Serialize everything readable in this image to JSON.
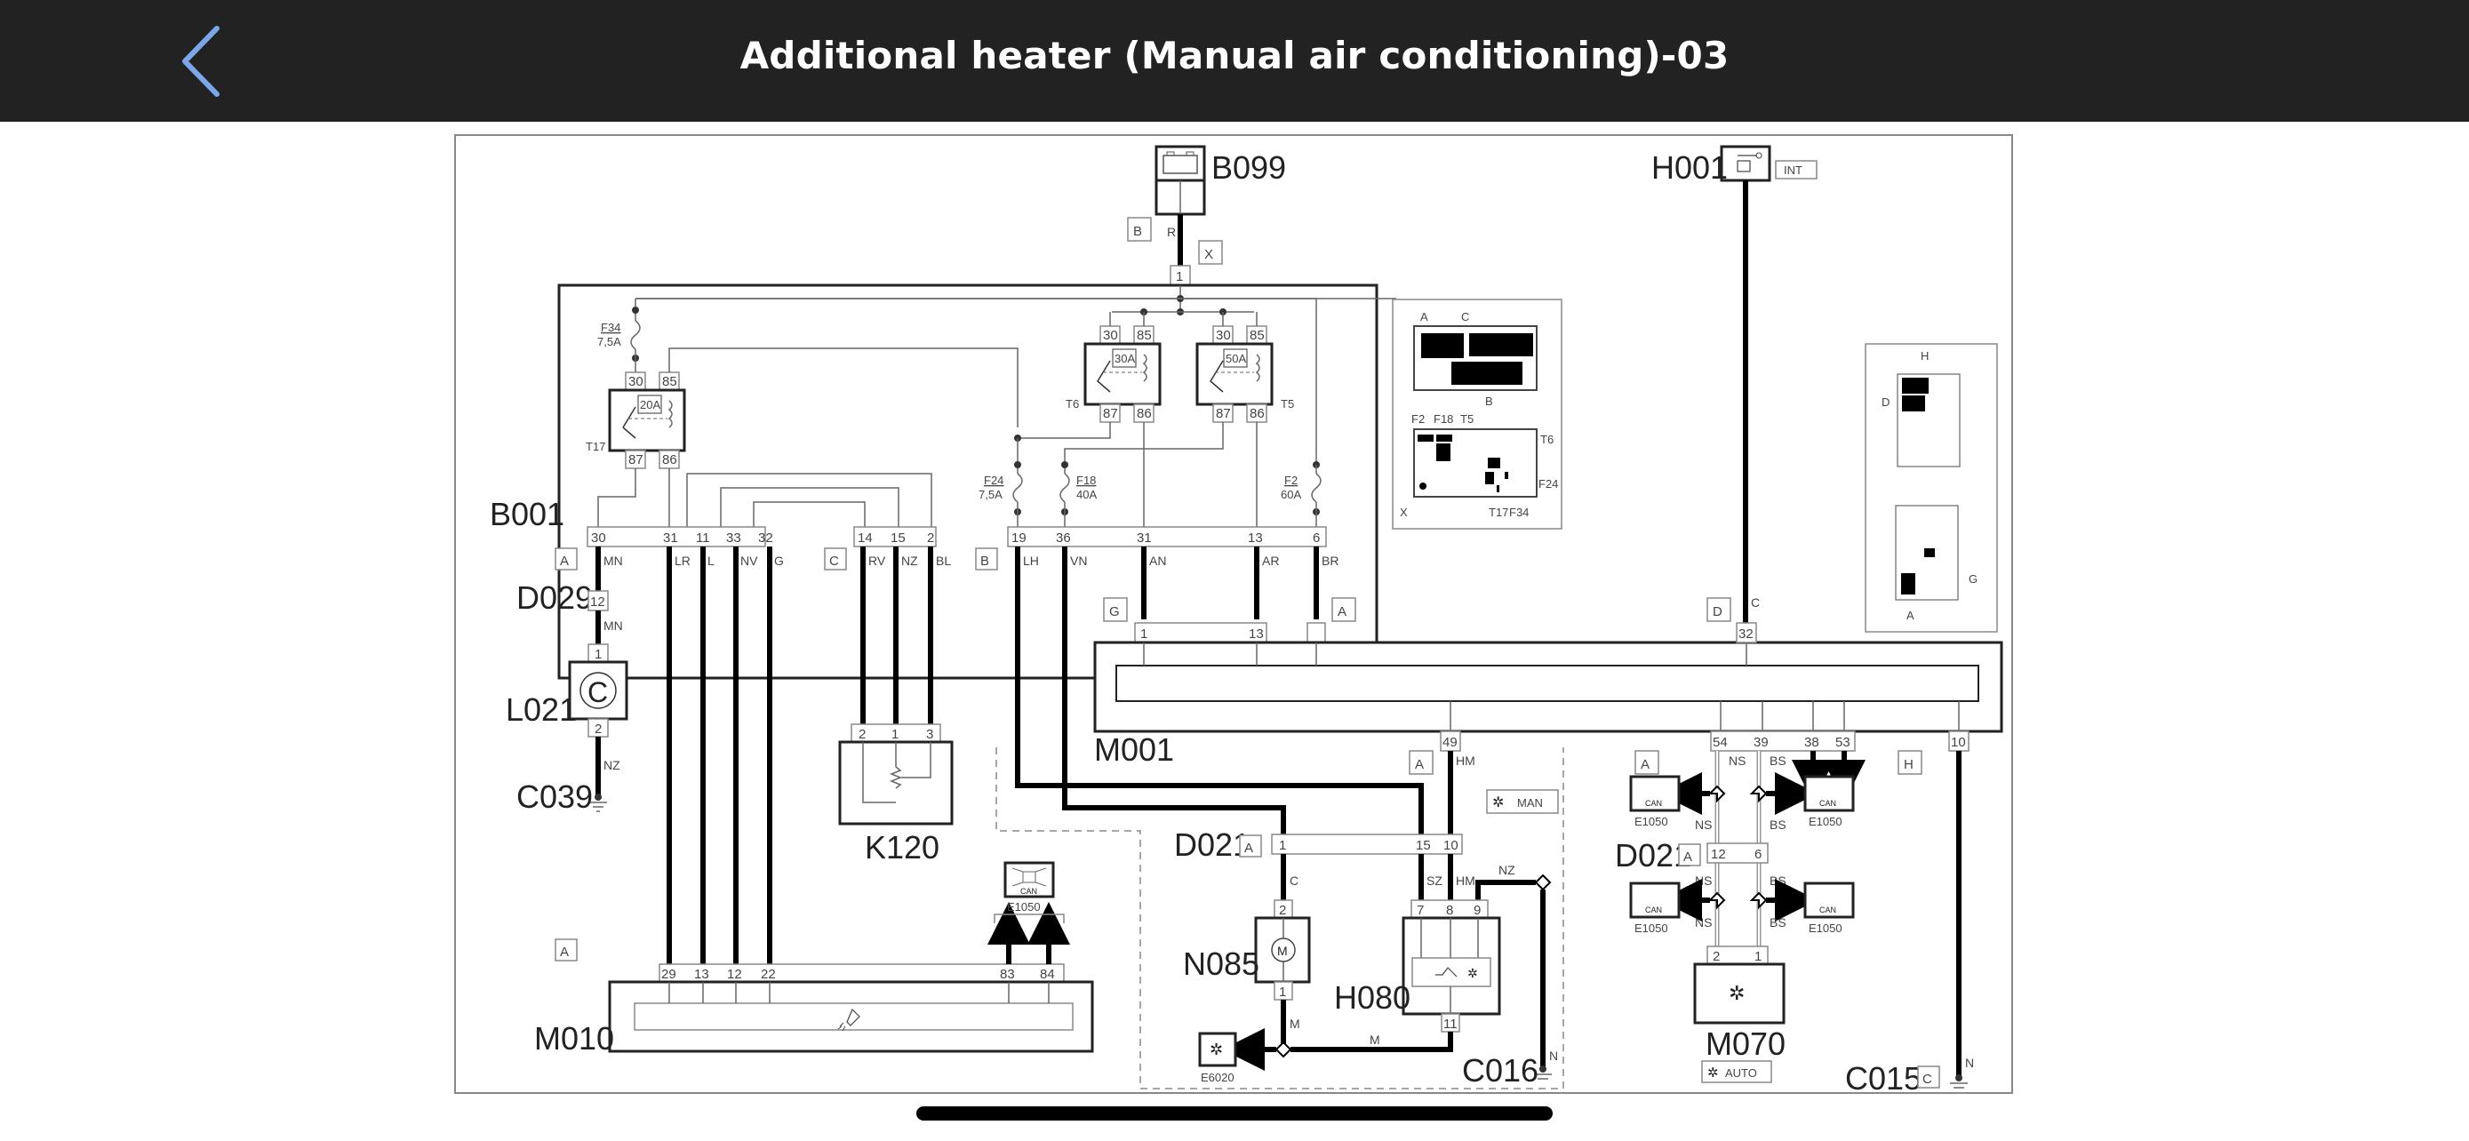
{
  "header": {
    "title": "Additional heater (Manual air conditioning)-03",
    "back_icon": "chevron-left-icon",
    "back_color": "#7BA7E8",
    "bar_color": "#222222"
  },
  "components": {
    "B099": "B099",
    "H001": "H001",
    "H001_tag": "INT",
    "B001": "B001",
    "D029": "D029",
    "L021": "L021",
    "L021_symbol": "C",
    "C039": "C039",
    "K120": "K120",
    "M001": "M001",
    "M010": "M010",
    "D021_left": "D021",
    "D021_right": "D021",
    "N085": "N085",
    "N085_symbol": "M",
    "H080": "H080",
    "C016": "C016",
    "C015": "C015",
    "M070": "M070",
    "E6020": "E6020",
    "E1050": "E1050",
    "can_label": "CAN",
    "man_tag": "MAN",
    "auto_tag": "AUTO"
  },
  "connector_tags": {
    "b099_b": "B",
    "b099_x": "X",
    "b001_a": "A",
    "b001_c": "C",
    "b001_b": "B",
    "m001_g": "G",
    "m001_a": "A",
    "m001_d": "D",
    "m001_a2": "A",
    "m001_h": "H",
    "m010_a": "A",
    "d021_a": "A",
    "d021r_a": "A",
    "c015_c": "C",
    "h080_a": "A"
  },
  "fuses_relays": {
    "F34": "F34",
    "F34_rating": "7,5A",
    "F24": "F24",
    "F24_rating": "7,5A",
    "F18": "F18",
    "F18_rating": "40A",
    "F2": "F2",
    "F2_rating": "60A",
    "T17": "T17",
    "T17_rating": "20A",
    "T6": "T6",
    "T6_rating": "30A",
    "T5": "T5",
    "T5_rating": "50A",
    "relay_pins": [
      "30",
      "85",
      "87",
      "86"
    ]
  },
  "b001_pins_left": [
    "30",
    "31",
    "11",
    "33",
    "32"
  ],
  "b001_pins_mid": [
    "14",
    "15",
    "2"
  ],
  "b001_pins_right": [
    "19",
    "36",
    "31",
    "13",
    "6"
  ],
  "b099_pin": "1",
  "wires": {
    "b099": "R",
    "p30": "MN",
    "p31": "LR",
    "p11": "L",
    "p33": "NV",
    "p32": "G",
    "p14": "RV",
    "p15": "NZ",
    "p2": "BL",
    "p19": "LH",
    "p36": "VN",
    "p31r": "AN",
    "p13": "AR",
    "p6": "BR",
    "d029_out": "MN",
    "l021_out": "NZ",
    "h001": "C",
    "m001_49": "HM",
    "n085_in": "C",
    "h080_7": "SZ",
    "h080_8": "HM",
    "h080_9": "NZ",
    "n085_out": "M",
    "h080_11": "M",
    "c016": "N",
    "can_ns": "NS",
    "can_bs": "BS",
    "c015": "N"
  },
  "pins": {
    "d029": "12",
    "l021": [
      "1",
      "2"
    ],
    "k120": [
      "2",
      "1",
      "3"
    ],
    "m001_top_g": [
      "1",
      "13"
    ],
    "m001_top_d": "32",
    "m001_bottom": [
      "49",
      "54",
      "39",
      "38",
      "53",
      "10"
    ],
    "m010": [
      "29",
      "13",
      "12",
      "22",
      "83",
      "84"
    ],
    "d021_left": [
      "1",
      "15",
      "10"
    ],
    "n085": [
      "2",
      "1"
    ],
    "h080": [
      "7",
      "8",
      "9",
      "11"
    ],
    "d021_right": [
      "12",
      "6"
    ],
    "m070": [
      "2",
      "1"
    ]
  },
  "locator_left": {
    "top_labels": [
      "A",
      "C",
      "B"
    ],
    "bottom_labels": [
      "F2",
      "F18",
      "T5",
      "T6",
      "F24",
      "T17",
      "F34",
      "X"
    ]
  },
  "locator_right": {
    "labels": [
      "H",
      "D",
      "G",
      "A"
    ]
  }
}
